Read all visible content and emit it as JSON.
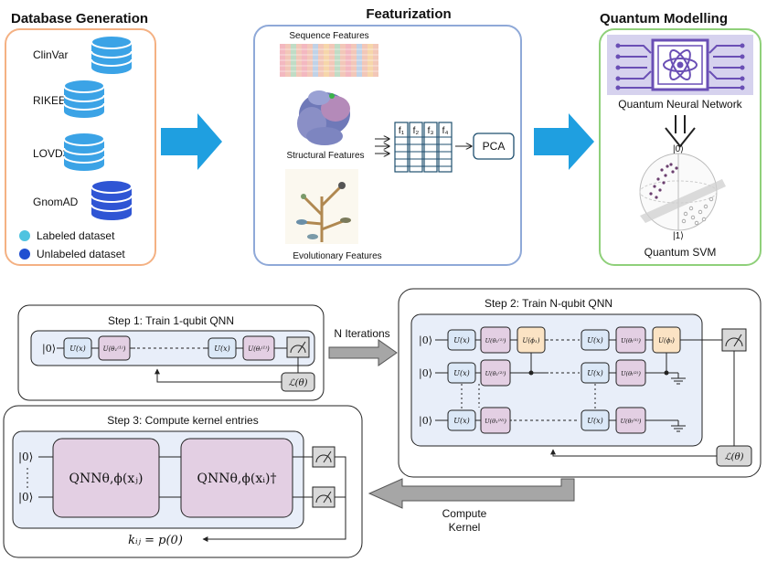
{
  "panels": {
    "database": {
      "title": "Database Generation",
      "sources": [
        "ClinVar",
        "RIKEE",
        "LOVD3",
        "GnomAD"
      ],
      "legend": {
        "labeled": "Labeled dataset",
        "unlabeled": "Unlabeled dataset"
      }
    },
    "featurization": {
      "title": "Featurization",
      "sequence": "Sequence Features",
      "structural": "Structural Features",
      "evolutionary": "Evolutionary Features",
      "feature_columns": [
        "f₁",
        "f₂",
        "f₃",
        "f₄"
      ],
      "pca": "PCA"
    },
    "quantum": {
      "title": "Quantum Modelling",
      "qnn": "Quantum Neural Network",
      "qsvm": "Quantum SVM",
      "bloch_top": "|0⟩",
      "bloch_bottom": "|1⟩"
    }
  },
  "steps": {
    "step1": {
      "title": "Step 1: Train 1-qubit QNN",
      "ket": "|0⟩",
      "gate_u": "U(x)",
      "gate_theta1": "U(θ₁⁽¹⁾)",
      "gate_thetaL": "U(θₗ⁽¹⁾)",
      "loss": "ℒ(θ)"
    },
    "iterations": "N Iterations",
    "step2": {
      "title": "Step 2: Train N-qubit QNN",
      "ket": "|0⟩",
      "gate_u": "U(x)",
      "theta_row1": "U(θ₁⁽¹⁾)",
      "theta_row2": "U(θ₁⁽²⁾)",
      "theta_rowN": "U(θ₁⁽ᴺ⁾)",
      "thetaL_row1": "U(θₗ⁽¹⁾)",
      "thetaL_row2": "U(θₗ⁽²⁾)",
      "thetaL_rowN": "U(θₗ⁽ᴺ⁾)",
      "phi1": "U(ϕ₁)",
      "phiL": "U(ϕₗ)",
      "loss": "ℒ(θ)"
    },
    "step3": {
      "title": "Step 3: Compute kernel entries",
      "ket": "|0⟩",
      "qnn_j": "QNNθ,ϕ(xⱼ)",
      "qnn_i": "QNNθ,ϕ(xᵢ)†",
      "kernel": "kᵢⱼ = p(0)"
    },
    "compute_kernel": [
      "Compute",
      "Kernel"
    ]
  },
  "colors": {
    "db_border": "#f4b183",
    "feat_border": "#8fa9d8",
    "quant_border": "#8fd07a",
    "arrow_blue": "#1f9fe0",
    "db_cyl_light": "#3ba3e6",
    "db_cyl_dark": "#2f55d4",
    "legend_labeled": "#4fc3e0",
    "legend_unlabeled": "#1f4fd1",
    "circuit_bg": "#e8eef9",
    "gate_u": "#dbe8f7",
    "gate_theta": "#e3cfe3",
    "gate_phi": "#fbe3c4",
    "qnn_box": "#e3cfe3",
    "gray_arrow": "#a6a6a6"
  }
}
